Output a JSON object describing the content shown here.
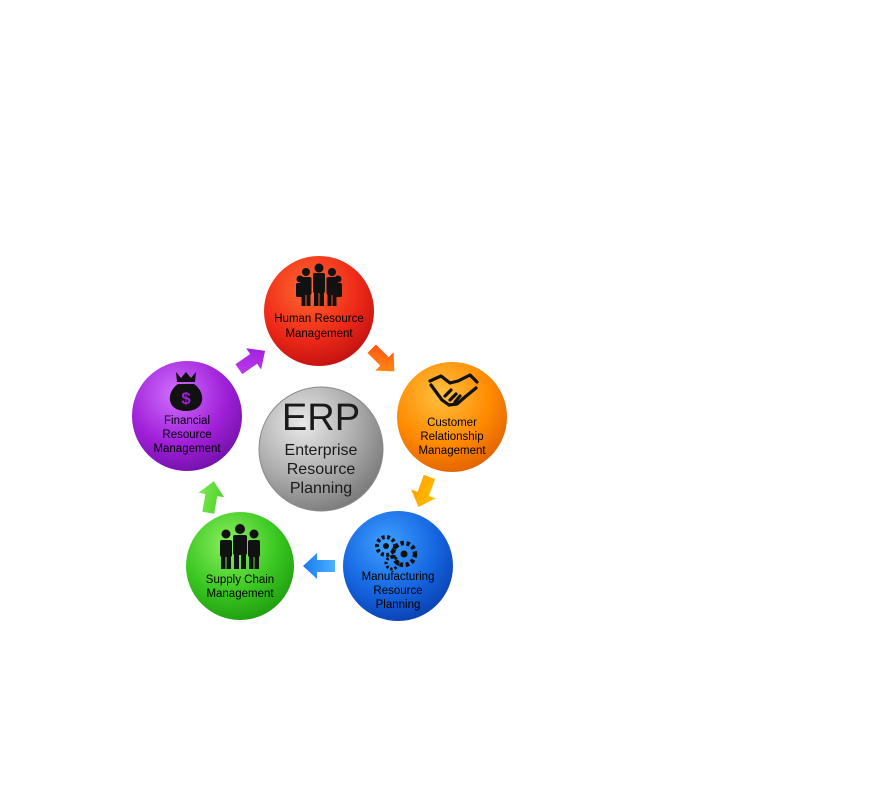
{
  "center": {
    "title": "ERP",
    "lines": [
      "Enterprise",
      "Resource",
      "Planning"
    ],
    "color": "#a9a9a9"
  },
  "nodes": [
    {
      "id": "hr",
      "lines": [
        "Human Resource",
        "Management"
      ],
      "color": "#f0281e",
      "icon": "people-group-icon"
    },
    {
      "id": "crm",
      "lines": [
        "Customer",
        "Relationship",
        "Management"
      ],
      "color": "#ff8a00",
      "icon": "handshake-icon"
    },
    {
      "id": "mrp",
      "lines": [
        "Manufacturing",
        "Resource",
        "Planning"
      ],
      "color": "#1565e0",
      "icon": "gears-icon"
    },
    {
      "id": "scm",
      "lines": [
        "Supply Chain",
        "Management"
      ],
      "color": "#39c620",
      "icon": "workers-icon"
    },
    {
      "id": "frm",
      "lines": [
        "Financial",
        "Resource",
        "Management"
      ],
      "color": "#a020d8",
      "icon": "money-bag-icon"
    }
  ],
  "arrows": [
    {
      "from": "hr",
      "to": "crm",
      "color": "#ff6a10"
    },
    {
      "from": "crm",
      "to": "mrp",
      "color": "#ffb000"
    },
    {
      "from": "mrp",
      "to": "scm",
      "color": "#2a8ef0"
    },
    {
      "from": "scm",
      "to": "frm",
      "color": "#5cd63a"
    },
    {
      "from": "frm",
      "to": "hr",
      "color": "#b63ae8"
    }
  ]
}
